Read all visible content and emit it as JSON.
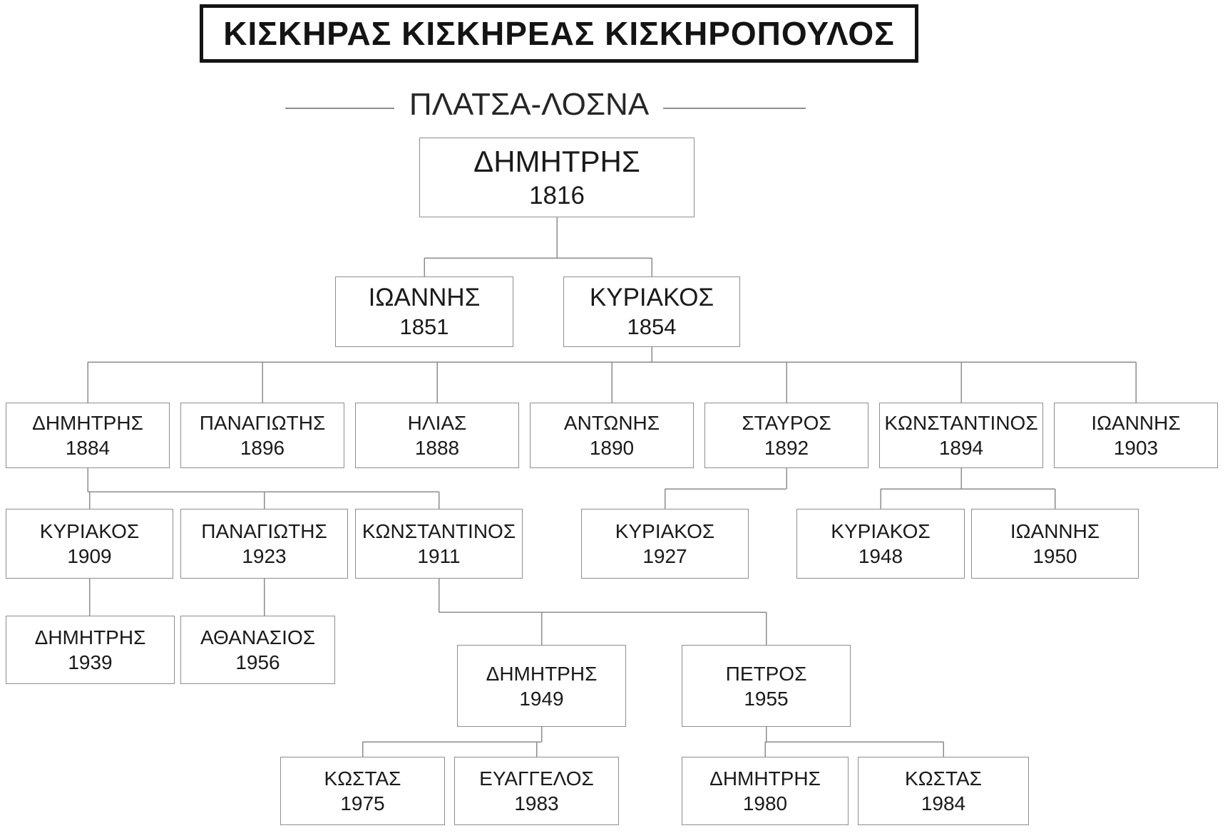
{
  "page_title": "ΚΙΣΚΗΡΑΣ ΚΙΣΚΗΡΕΑΣ ΚΙΣΚΗΡΟΠΟΥΛΟΣ",
  "subtitle": "ΠΛΑΤΣΑ-ΛΟΣΝΑ",
  "colors": {
    "background": "#ffffff",
    "title_border": "#141414",
    "box_border": "#8e8e8e",
    "connector_line": "#8c8c8c",
    "text": "#1a1a1a"
  },
  "tree": {
    "nodes": [
      {
        "id": "dimitris1816",
        "name": "ΔΗΜΗΤΡΗΣ",
        "year": "1816",
        "parent": null
      },
      {
        "id": "ioannis1851",
        "name": "ΙΩΑΝΝΗΣ",
        "year": "1851",
        "parent": "dimitris1816"
      },
      {
        "id": "kyriakos1854",
        "name": "ΚΥΡΙΑΚΟΣ",
        "year": "1854",
        "parent": "dimitris1816"
      },
      {
        "id": "dimitris1884",
        "name": "ΔΗΜΗΤΡΗΣ",
        "year": "1884",
        "parent": "kyriakos1854"
      },
      {
        "id": "panagiotis1896",
        "name": "ΠΑΝΑΓΙΩΤΗΣ",
        "year": "1896",
        "parent": "kyriakos1854"
      },
      {
        "id": "ilias1888",
        "name": "ΗΛΙΑΣ",
        "year": "1888",
        "parent": "kyriakos1854"
      },
      {
        "id": "antonis1890",
        "name": "ΑΝΤΩΝΗΣ",
        "year": "1890",
        "parent": "kyriakos1854"
      },
      {
        "id": "stavros1892",
        "name": "ΣΤΑΥΡΟΣ",
        "year": "1892",
        "parent": "kyriakos1854"
      },
      {
        "id": "konstantinos1894",
        "name": "ΚΩΝΣΤΑΝΤΙΝΟΣ",
        "year": "1894",
        "parent": "kyriakos1854"
      },
      {
        "id": "ioannis1903",
        "name": "ΙΩΑΝΝΗΣ",
        "year": "1903",
        "parent": "kyriakos1854"
      },
      {
        "id": "kyriakos1909",
        "name": "ΚΥΡΙΑΚΟΣ",
        "year": "1909",
        "parent": "dimitris1884"
      },
      {
        "id": "panagiotis1923",
        "name": "ΠΑΝΑΓΙΩΤΗΣ",
        "year": "1923",
        "parent": "dimitris1884"
      },
      {
        "id": "konstantinos1911",
        "name": "ΚΩΝΣΤΑΝΤΙΝΟΣ",
        "year": "1911",
        "parent": "dimitris1884"
      },
      {
        "id": "kyriakos1927",
        "name": "ΚΥΡΙΑΚΟΣ",
        "year": "1927",
        "parent": "stavros1892"
      },
      {
        "id": "kyriakos1948",
        "name": "ΚΥΡΙΑΚΟΣ",
        "year": "1948",
        "parent": "konstantinos1894"
      },
      {
        "id": "ioannis1950",
        "name": "ΙΩΑΝΝΗΣ",
        "year": "1950",
        "parent": "konstantinos1894"
      },
      {
        "id": "dimitris1939",
        "name": "ΔΗΜΗΤΡΗΣ",
        "year": "1939",
        "parent": "kyriakos1909"
      },
      {
        "id": "athanasios1956",
        "name": "ΑΘΑΝΑΣΙΟΣ",
        "year": "1956",
        "parent": "panagiotis1923"
      },
      {
        "id": "dimitris1949",
        "name": "ΔΗΜΗΤΡΗΣ",
        "year": "1949",
        "parent": "konstantinos1911"
      },
      {
        "id": "petros1955",
        "name": "ΠΕΤΡΟΣ",
        "year": "1955",
        "parent": "konstantinos1911"
      },
      {
        "id": "kostas1975",
        "name": "ΚΩΣΤΑΣ",
        "year": "1975",
        "parent": "dimitris1949"
      },
      {
        "id": "evangelos1983",
        "name": "ΕΥΑΓΓΕΛΟΣ",
        "year": "1983",
        "parent": "dimitris1949"
      },
      {
        "id": "dimitris1980",
        "name": "ΔΗΜΗΤΡΗΣ",
        "year": "1980",
        "parent": "petros1955"
      },
      {
        "id": "kostas1984",
        "name": "ΚΩΣΤΑΣ",
        "year": "1984",
        "parent": "petros1955"
      }
    ]
  }
}
